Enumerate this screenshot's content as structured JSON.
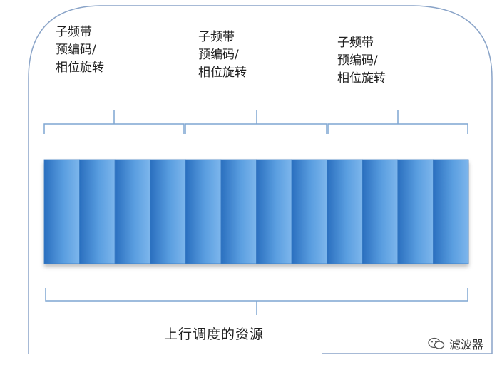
{
  "subband_labels": [
    {
      "line1": "子频带",
      "line2": "预编码/",
      "line3": "相位旋转"
    },
    {
      "line1": "子频带",
      "line2": "预编码/",
      "line3": "相位旋转"
    },
    {
      "line1": "子频带",
      "line2": "预编码/",
      "line3": "相位旋转"
    }
  ],
  "bottom_caption": "上行调度的资源",
  "watermark": {
    "text": "滤波器",
    "icon": "wechat-icon"
  },
  "resource_block_count": 12,
  "colors": {
    "block_light": "#6faee8",
    "block_dark": "#2a6fbf",
    "bracket": "#7fa6d2",
    "frame": "#8aa4c8"
  }
}
